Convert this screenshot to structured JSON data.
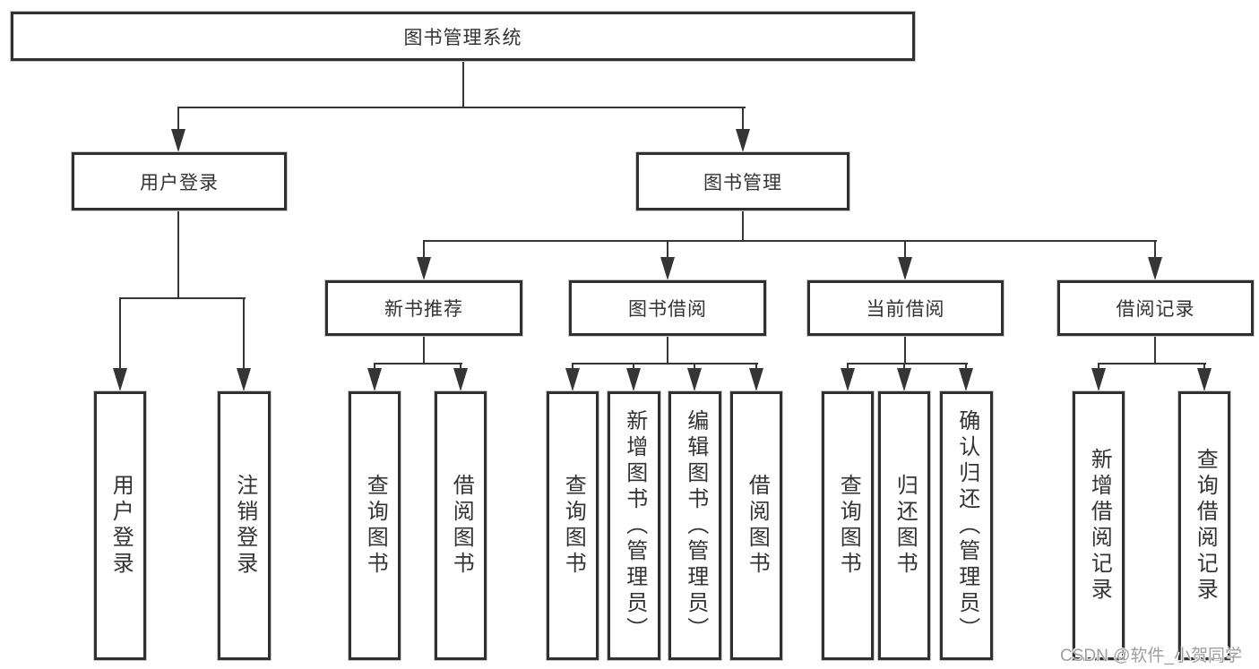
{
  "diagram_title": "图书管理系统",
  "colors": {
    "line": "#353535",
    "border": "#303030",
    "text": "#333333",
    "watermark": "#9e9e9e",
    "background": "#ffffff"
  },
  "tree": {
    "label": "图书管理系统",
    "children": [
      {
        "label": "用户登录",
        "children": [
          {
            "label": "用户登录"
          },
          {
            "label": "注销登录"
          }
        ]
      },
      {
        "label": "图书管理",
        "children": [
          {
            "label": "新书推荐",
            "children": [
              {
                "label": "查询图书"
              },
              {
                "label": "借阅图书"
              }
            ]
          },
          {
            "label": "图书借阅",
            "children": [
              {
                "label": "查询图书"
              },
              {
                "label": "新增图书（管理员）"
              },
              {
                "label": "编辑图书（管理员）"
              },
              {
                "label": "借阅图书"
              }
            ]
          },
          {
            "label": "当前借阅",
            "children": [
              {
                "label": "查询图书"
              },
              {
                "label": "归还图书"
              },
              {
                "label": "确认归还（管理员）"
              }
            ]
          },
          {
            "label": "借阅记录",
            "children": [
              {
                "label": "新增借阅记录"
              },
              {
                "label": "查询借阅记录"
              }
            ]
          }
        ]
      }
    ]
  },
  "watermark": {
    "text": "CSDN @软件_小贺同学"
  }
}
